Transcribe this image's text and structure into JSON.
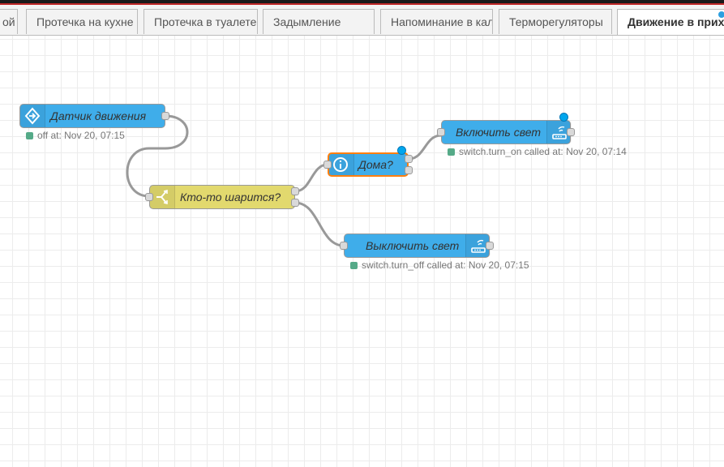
{
  "tabs": [
    {
      "label": "ой"
    },
    {
      "label": "Протечка на кухне"
    },
    {
      "label": "Протечка в туалете"
    },
    {
      "label": "Задымление"
    },
    {
      "label": "Напоминание в кал"
    },
    {
      "label": "Терморегуляторы"
    },
    {
      "label": "Движение в прих",
      "active": true
    }
  ],
  "nodes": {
    "motion_sensor": {
      "label": "Датчик движения",
      "status": "off at: Nov 20, 07:15",
      "icon": "arrow-right-box-icon",
      "color": "#3fadea"
    },
    "switch_node": {
      "label": "Кто-то шарится?",
      "icon": "switch-fork-icon",
      "color": "#e2d96e"
    },
    "home_check": {
      "label": "Дома?",
      "icon": "info-icon",
      "color": "#3fadea"
    },
    "light_on": {
      "label": "Включить свет",
      "status": "switch.turn_on called at: Nov 20, 07:14",
      "icon": "router-icon",
      "color": "#3fadea"
    },
    "light_off": {
      "label": "Выключить свет",
      "status": "switch.turn_off called at: Nov 20, 07:15",
      "icon": "router-icon",
      "color": "#3fadea"
    }
  },
  "colors": {
    "accent": "#3fadea",
    "switch": "#e2d96e",
    "status_ok": "#5a8",
    "selected_border": "#ff7f0e",
    "changed": "#00a6ed"
  }
}
